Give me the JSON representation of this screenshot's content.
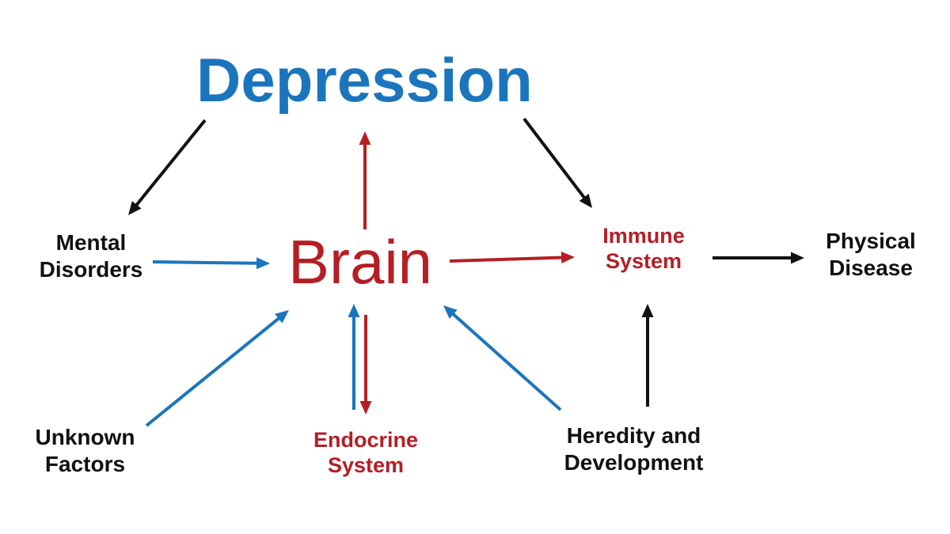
{
  "colors": {
    "blue": "#1b75bc",
    "red": "#b51e24",
    "black": "#111111"
  },
  "nodes": {
    "depression": {
      "lines": [
        "Depression"
      ],
      "color": "blue"
    },
    "brain": {
      "lines": [
        "Brain"
      ],
      "color": "red"
    },
    "mental_disorders": {
      "lines": [
        "Mental",
        "Disorders"
      ],
      "color": "black"
    },
    "immune_system": {
      "lines": [
        "Immune",
        "System"
      ],
      "color": "red"
    },
    "physical_disease": {
      "lines": [
        "Physical",
        "Disease"
      ],
      "color": "black"
    },
    "unknown_factors": {
      "lines": [
        "Unknown",
        "Factors"
      ],
      "color": "black"
    },
    "endocrine_system": {
      "lines": [
        "Endocrine",
        "System"
      ],
      "color": "red"
    },
    "heredity_development": {
      "lines": [
        "Heredity and",
        "Development"
      ],
      "color": "black"
    }
  },
  "edges": [
    {
      "from": "depression",
      "to": "mental_disorders",
      "color": "black"
    },
    {
      "from": "depression",
      "to": "immune_system",
      "color": "black"
    },
    {
      "from": "brain",
      "to": "depression",
      "color": "red"
    },
    {
      "from": "mental_disorders",
      "to": "brain",
      "color": "blue"
    },
    {
      "from": "brain",
      "to": "immune_system",
      "color": "red"
    },
    {
      "from": "immune_system",
      "to": "physical_disease",
      "color": "black"
    },
    {
      "from": "unknown_factors",
      "to": "brain",
      "color": "blue"
    },
    {
      "from": "endocrine_system",
      "to": "brain",
      "color": "blue"
    },
    {
      "from": "brain",
      "to": "endocrine_system",
      "color": "red"
    },
    {
      "from": "heredity_development",
      "to": "brain",
      "color": "blue"
    },
    {
      "from": "heredity_development",
      "to": "immune_system",
      "color": "black"
    }
  ]
}
